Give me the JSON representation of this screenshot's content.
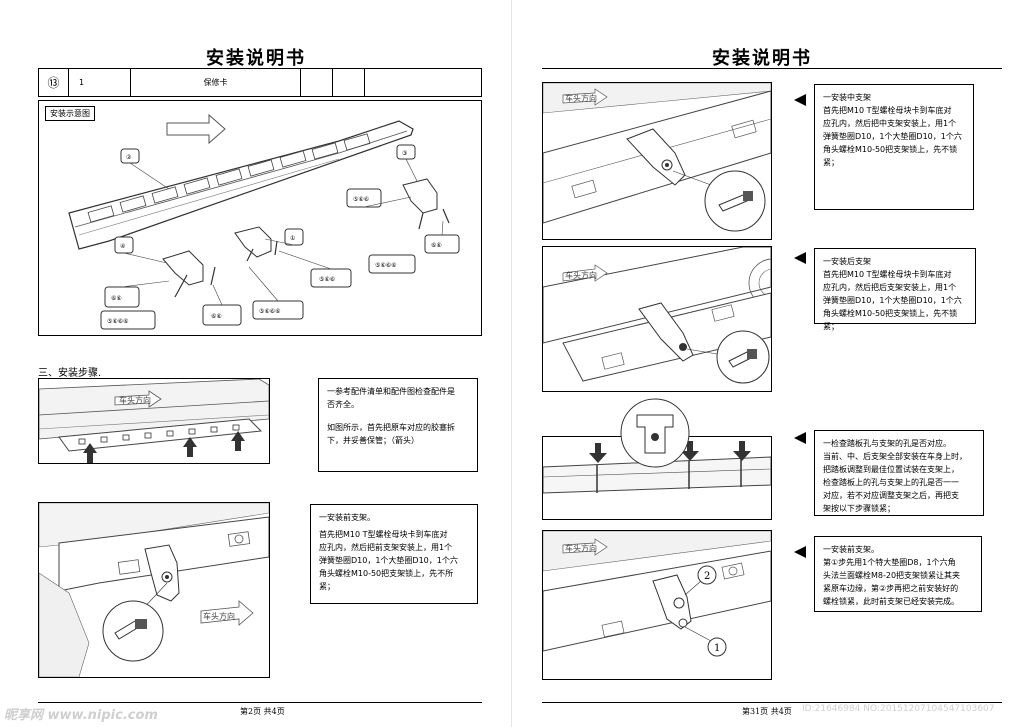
{
  "left_page": {
    "title": "安装说明书",
    "parts_row": {
      "index": "⑬",
      "qty": "1",
      "name": "保修卡"
    },
    "diagram_label": "安装示意图",
    "direction_arrow_text": "车头方向",
    "section_heading": "三、安装步骤.",
    "step_prep": {
      "lines": [
        "一参考配件清单和配件图检查配件是",
        "否齐全。"
      ],
      "lines2": [
        "如图所示，首先把原车对应的胶塞拆",
        "下，并妥善保管；（箭头）"
      ]
    },
    "step_front": {
      "lines": [
        "一安装前支架。",
        "首先把M10 T型螺栓母块卡到车底对",
        "应孔内，然后把前支架安装上，用1个",
        "弹簧垫圈D10，1个大垫圈D10，1个六",
        "角头螺栓M10-50把支架锁上，先不所",
        "紧；"
      ]
    },
    "footer": "第2页  共4页"
  },
  "right_page": {
    "title": "安装说明书",
    "direction_arrow_text": "车头方向",
    "step_mid": {
      "lines": [
        "一安装中支架",
        "首先把M10 T型螺栓母块卡到车底对",
        "应孔内，然后把中支架安装上，用1个",
        "弹簧垫圈D10，1个大垫圈D10，1个六",
        "角头螺栓M10-50把支架锁上，先不锁",
        "紧；"
      ]
    },
    "step_rear": {
      "lines": [
        "一安装后支架",
        "首先把M10 T型螺栓母块卡到车底对",
        "应孔内，然后把后支架安装上，用1个",
        "弹簧垫圈D10，1个大垫圈D10，1个六",
        "角头螺栓M10-50把支架锁上，先不锁紧；"
      ]
    },
    "step_check": {
      "lines": [
        "一检查踏板孔与支架的孔是否对应。",
        "当前、中、后支架全部安装在车身上时，",
        "把踏板调整到最佳位置试装在支架上，",
        "检查踏板上的孔与支架上的孔是否一一",
        "对应，若不对应调整支架之后，再把支",
        "架按以下步骤锁紧；"
      ]
    },
    "step_front_lock": {
      "lines": [
        "一安装前支架。",
        "第①步先用1个特大垫圈D8，1个六角",
        "头法兰面螺栓M8-20把支架锁紧让其夹",
        "紧原车边缘，第②步再把之前安装好的",
        "螺栓锁紧，此时前支架已经安装完成。"
      ]
    },
    "callouts": {
      "one": "1",
      "two": "2"
    },
    "footer": "第31页  共4页"
  },
  "watermark": {
    "brand": "昵享网 www.nipic.com",
    "id_line": "ID:21646984 NO:20151207104547103607"
  }
}
